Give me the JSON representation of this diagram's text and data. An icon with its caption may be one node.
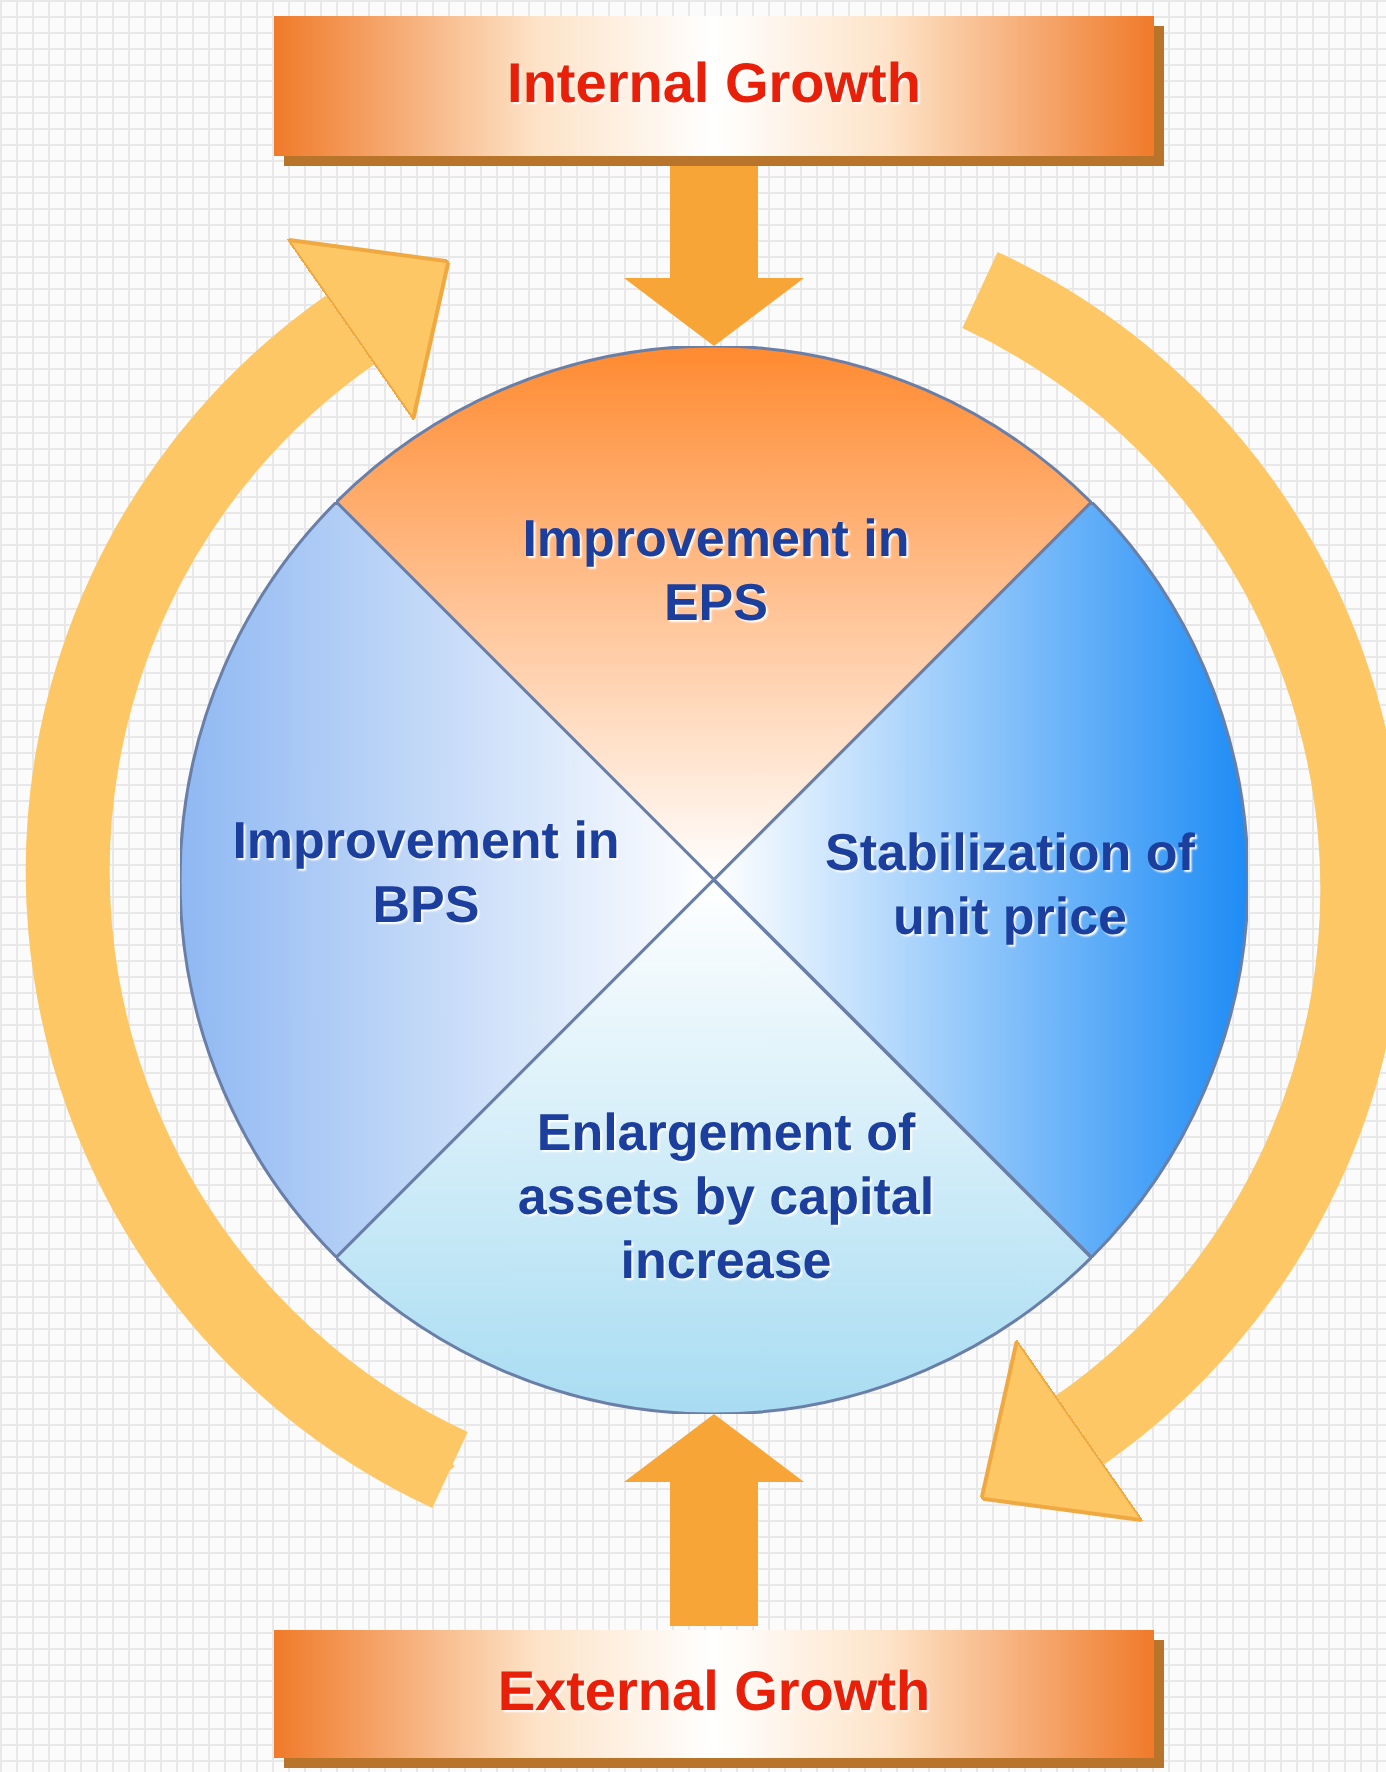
{
  "diagram": {
    "nodes": [
      {
        "text": [
          "Internal Growth"
        ]
      },
      {
        "text": [
          "Improvement in EPS"
        ]
      },
      {
        "text": [
          "Improvement in BPS"
        ]
      },
      {
        "text": [
          "Stabilization of unit price"
        ]
      },
      {
        "text": [
          "Enlargement of assets by capital increase"
        ]
      },
      {
        "text": [
          "External Growth"
        ]
      }
    ],
    "edges": [
      {
        "from": 0,
        "to": 1,
        "arrow": "to"
      },
      {
        "from": 5,
        "to": 4,
        "arrow": "to"
      }
    ]
  }
}
